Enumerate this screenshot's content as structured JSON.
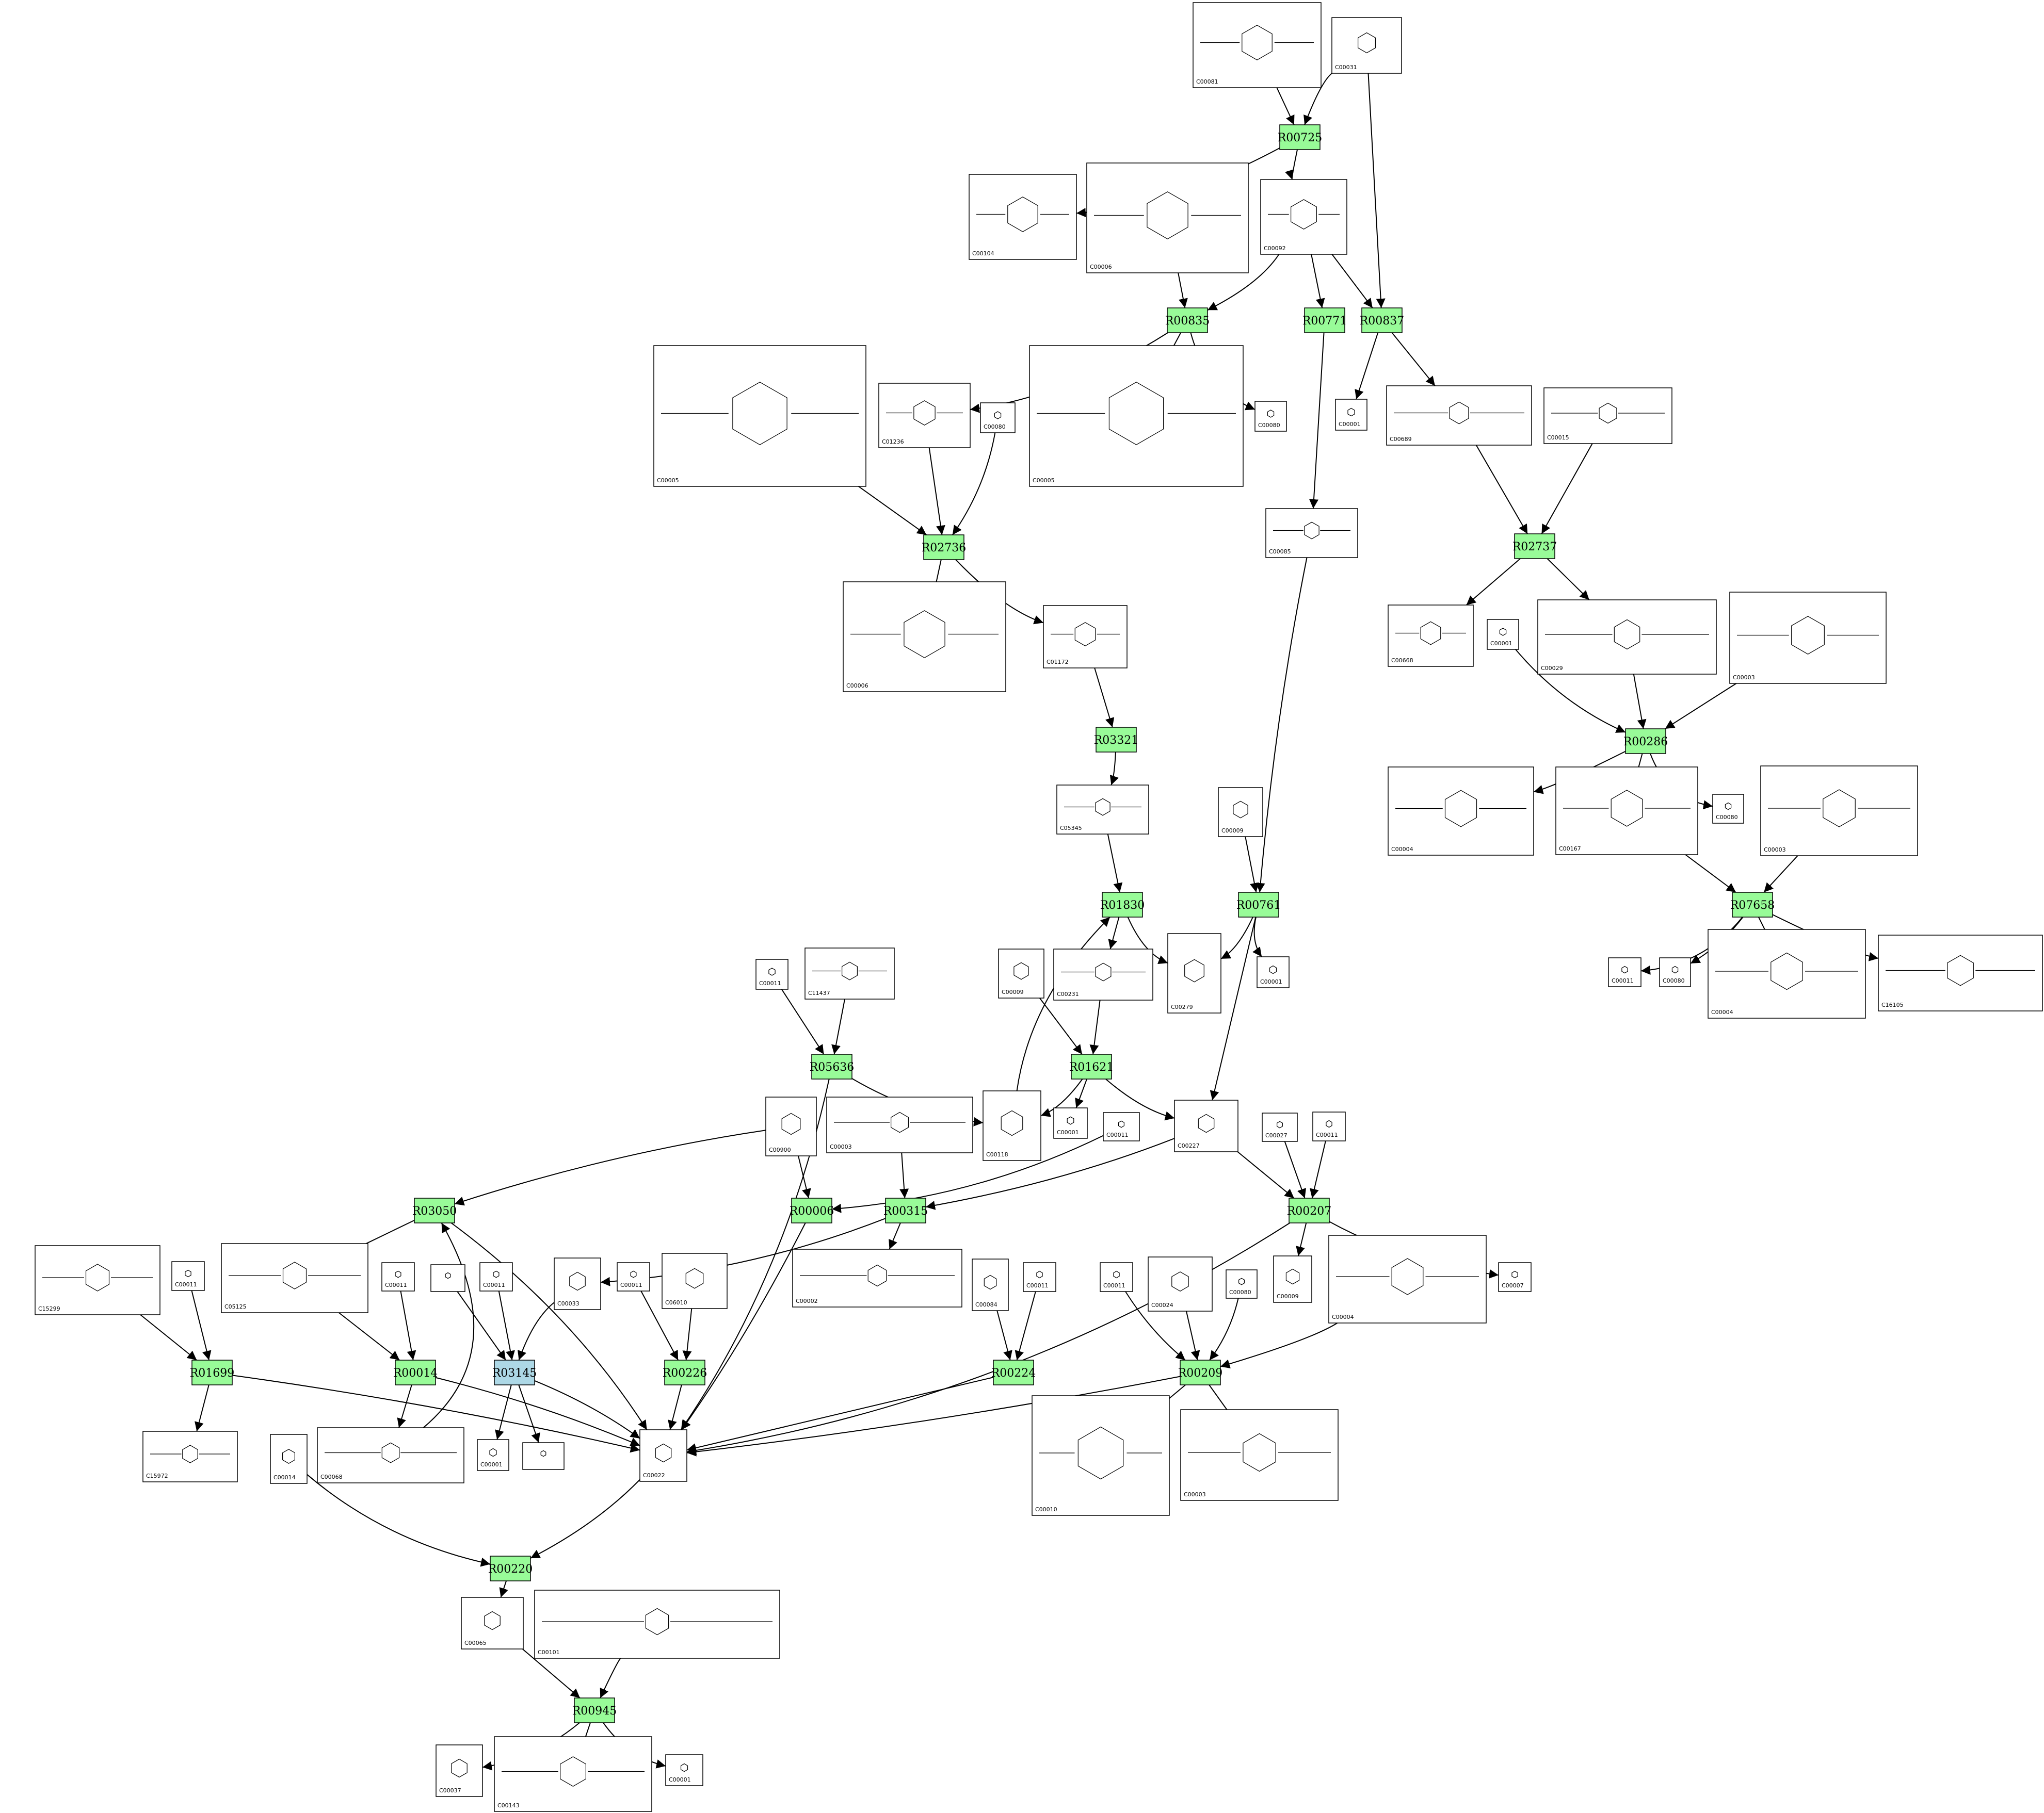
{
  "diagram": {
    "colors": {
      "reaction_fill": "#98fb98",
      "reaction_highlight_fill": "#add8e6",
      "stroke": "#000000",
      "background": "#ffffff"
    },
    "reactions": [
      {
        "id": "R00725",
        "highlight": false
      },
      {
        "id": "R00835",
        "highlight": false
      },
      {
        "id": "R00771",
        "highlight": false
      },
      {
        "id": "R00837",
        "highlight": false
      },
      {
        "id": "R02736",
        "highlight": false
      },
      {
        "id": "R02737",
        "highlight": false
      },
      {
        "id": "R03321",
        "highlight": false
      },
      {
        "id": "R00286",
        "highlight": false
      },
      {
        "id": "R01830",
        "highlight": false
      },
      {
        "id": "R00761",
        "highlight": false
      },
      {
        "id": "R07658",
        "highlight": false
      },
      {
        "id": "R05636",
        "highlight": false
      },
      {
        "id": "R01621",
        "highlight": false
      },
      {
        "id": "R03050",
        "highlight": false
      },
      {
        "id": "R00006",
        "highlight": false
      },
      {
        "id": "R00315",
        "highlight": false
      },
      {
        "id": "R00207",
        "highlight": false
      },
      {
        "id": "R01699",
        "highlight": false
      },
      {
        "id": "R00014",
        "highlight": false
      },
      {
        "id": "R03145",
        "highlight": true
      },
      {
        "id": "R00226",
        "highlight": false
      },
      {
        "id": "R00224",
        "highlight": false
      },
      {
        "id": "R00209",
        "highlight": false
      },
      {
        "id": "R00220",
        "highlight": false
      },
      {
        "id": "R00945",
        "highlight": false
      }
    ],
    "compounds": [
      {
        "key": "c00081",
        "label": "C00081"
      },
      {
        "key": "c00031",
        "label": "C00031"
      },
      {
        "key": "c00104",
        "label": "C00104"
      },
      {
        "key": "c00006_a",
        "label": "C00006"
      },
      {
        "key": "c00092",
        "label": "C00092"
      },
      {
        "key": "c00005_a",
        "label": "C00005"
      },
      {
        "key": "c01236",
        "label": "C01236"
      },
      {
        "key": "c00080_a",
        "label": "C00080"
      },
      {
        "key": "c00005_b",
        "label": "C00005"
      },
      {
        "key": "c00080_b",
        "label": "C00080"
      },
      {
        "key": "c00001_a",
        "label": "C00001"
      },
      {
        "key": "c00689",
        "label": "C00689"
      },
      {
        "key": "c00015",
        "label": "C00015"
      },
      {
        "key": "c00085",
        "label": "C00085"
      },
      {
        "key": "c00006_b",
        "label": "C00006"
      },
      {
        "key": "c01172",
        "label": "C01172"
      },
      {
        "key": "c00668",
        "label": "C00668"
      },
      {
        "key": "c00001_b",
        "label": "C00001"
      },
      {
        "key": "c00029",
        "label": "C00029"
      },
      {
        "key": "c00003_a",
        "label": "C00003"
      },
      {
        "key": "c00004_a",
        "label": "C00004"
      },
      {
        "key": "c00167",
        "label": "C00167"
      },
      {
        "key": "c00080_c",
        "label": "C00080"
      },
      {
        "key": "c00003_b",
        "label": "C00003"
      },
      {
        "key": "c05345",
        "label": "C05345"
      },
      {
        "key": "c00009_a",
        "label": "C00009"
      },
      {
        "key": "c00011_a",
        "label": "C00011"
      },
      {
        "key": "c11437",
        "label": "C11437"
      },
      {
        "key": "c00009_b",
        "label": "C00009"
      },
      {
        "key": "c00231",
        "label": "C00231"
      },
      {
        "key": "c00279",
        "label": "C00279"
      },
      {
        "key": "c00001_c",
        "label": "C00001"
      },
      {
        "key": "c00011_b",
        "label": "C00011"
      },
      {
        "key": "c00080_d",
        "label": "C00080"
      },
      {
        "key": "c00004_b",
        "label": "C00004"
      },
      {
        "key": "c16105",
        "label": "C16105"
      },
      {
        "key": "c00900",
        "label": "C00900"
      },
      {
        "key": "c00003_c",
        "label": "C00003"
      },
      {
        "key": "c00118",
        "label": "C00118"
      },
      {
        "key": "c00001_d",
        "label": "C00001"
      },
      {
        "key": "c00011_c",
        "label": "C00011"
      },
      {
        "key": "c00227",
        "label": "C00227"
      },
      {
        "key": "c00027",
        "label": "C00027"
      },
      {
        "key": "c00011_d",
        "label": "C00011"
      },
      {
        "key": "c15299",
        "label": "C15299"
      },
      {
        "key": "c00011_e",
        "label": "C00011"
      },
      {
        "key": "c05125",
        "label": "C05125"
      },
      {
        "key": "c00011_f",
        "label": "C00011"
      },
      {
        "key": "blank_a",
        "label": ""
      },
      {
        "key": "c00011_g",
        "label": "C00011"
      },
      {
        "key": "c00033",
        "label": "C00033"
      },
      {
        "key": "c00011_h",
        "label": "C00011"
      },
      {
        "key": "c06010",
        "label": "C06010"
      },
      {
        "key": "c00002",
        "label": "C00002"
      },
      {
        "key": "c00084",
        "label": "C00084"
      },
      {
        "key": "c00011_i",
        "label": "C00011"
      },
      {
        "key": "c00011_j",
        "label": "C00011"
      },
      {
        "key": "c00024",
        "label": "C00024"
      },
      {
        "key": "c00080_e",
        "label": "C00080"
      },
      {
        "key": "c00009_c",
        "label": "C00009"
      },
      {
        "key": "c00004_c",
        "label": "C00004"
      },
      {
        "key": "c00007",
        "label": "C00007"
      },
      {
        "key": "c15972",
        "label": "C15972"
      },
      {
        "key": "c00014",
        "label": "C00014"
      },
      {
        "key": "c00068",
        "label": "C00068"
      },
      {
        "key": "c00001_e",
        "label": "C00001"
      },
      {
        "key": "blank_b",
        "label": ""
      },
      {
        "key": "c00022",
        "label": "C00022"
      },
      {
        "key": "c00010",
        "label": "C00010"
      },
      {
        "key": "c00003_d",
        "label": "C00003"
      },
      {
        "key": "c00065",
        "label": "C00065"
      },
      {
        "key": "c00101",
        "label": "C00101"
      },
      {
        "key": "c00037",
        "label": "C00037"
      },
      {
        "key": "c00143",
        "label": "C00143"
      },
      {
        "key": "c00001_f",
        "label": "C00001"
      }
    ]
  }
}
